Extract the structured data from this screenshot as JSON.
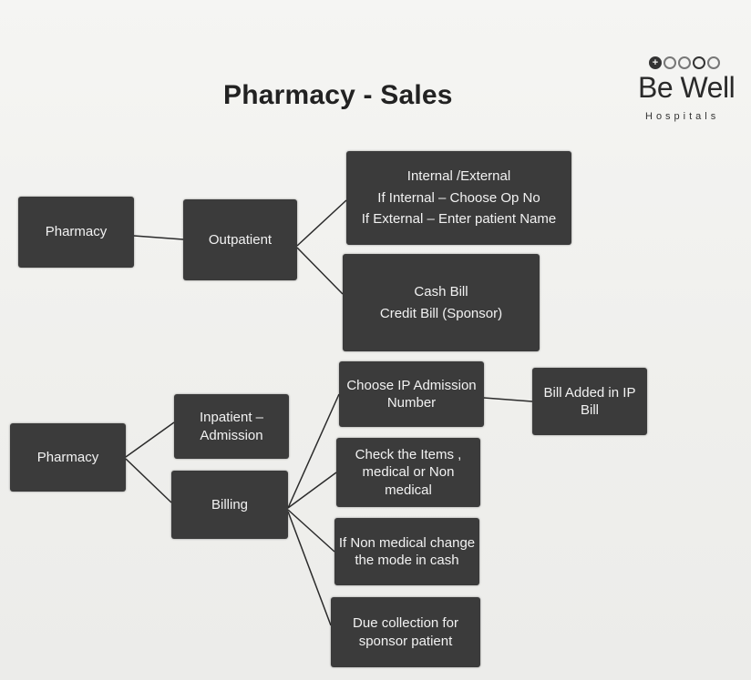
{
  "title": "Pharmacy - Sales",
  "logo": {
    "name": "Be Well",
    "subtitle": "Hospitals",
    "icon": "hospital-cross-dots-icon"
  },
  "nodes": {
    "pharmacy_op": {
      "lines": [
        "Pharmacy"
      ]
    },
    "outpatient": {
      "lines": [
        "Outpatient"
      ]
    },
    "internal_external": {
      "lines": [
        "Internal /External",
        "If Internal – Choose Op No",
        "If External – Enter patient Name"
      ]
    },
    "cash_credit": {
      "lines": [
        "Cash Bill",
        "Credit Bill (Sponsor)"
      ]
    },
    "pharmacy_ip": {
      "lines": [
        "Pharmacy"
      ]
    },
    "inpatient": {
      "lines": [
        "Inpatient –",
        "Admission"
      ]
    },
    "billing": {
      "lines": [
        "Billing"
      ]
    },
    "choose_ip": {
      "lines": [
        "Choose IP Admission",
        "Number"
      ]
    },
    "bill_added": {
      "lines": [
        "Bill Added in IP",
        "Bill"
      ]
    },
    "check_items": {
      "lines": [
        "Check the Items ,",
        "medical or Non",
        "medical"
      ]
    },
    "non_medical": {
      "lines": [
        "If Non medical change",
        "the  mode in cash"
      ]
    },
    "due_collection": {
      "lines": [
        "Due collection for",
        "sponsor patient"
      ]
    }
  },
  "colors": {
    "node_fill": "#3b3b3b",
    "node_text": "#f2f2f2",
    "connector": "#2b2b2b"
  }
}
